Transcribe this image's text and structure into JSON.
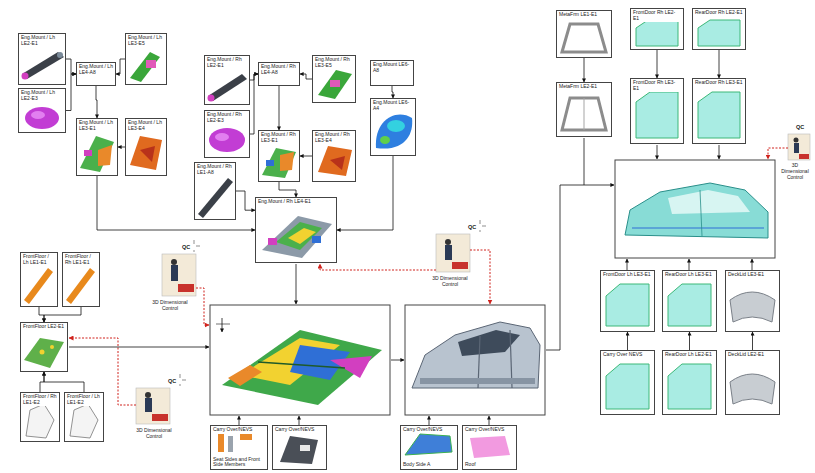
{
  "diagram": {
    "nodes": [
      {
        "text": [
          "Eng.Mount / Lh LE2-E1"
        ]
      },
      {
        "text": [
          "Eng.Mount / Lh LE2-E3"
        ]
      },
      {
        "text": [
          "Eng.Mount / Lh LE4-A8"
        ]
      },
      {
        "text": [
          "Eng.Mount / Lh LE3-E5"
        ]
      },
      {
        "text": [
          "Eng.Mount / Lh LE3-E1"
        ]
      },
      {
        "text": [
          "Eng.Mount / Lh LE3-E4"
        ]
      },
      {
        "text": [
          "Eng.Mount / Rh LE2-E1"
        ]
      },
      {
        "text": [
          "Eng.Mount / Rh LE2-E3"
        ]
      },
      {
        "text": [
          "Eng.Mount / Rh LE4-A8"
        ]
      },
      {
        "text": [
          "Eng.Mount / Rh LE3-E5"
        ]
      },
      {
        "text": [
          "Eng.Mount / Rh LE3-E1"
        ]
      },
      {
        "text": [
          "Eng.Mount / Rh LE3-E4"
        ]
      },
      {
        "text": [
          "Eng.Mount / Rh LE1-A8"
        ]
      },
      {
        "text": [
          "Eng.Mount LE6-A8"
        ]
      },
      {
        "text": [
          "Eng.Mount LE6-A4"
        ]
      },
      {
        "text": [
          "Eng.Mount / Rh LE4-E1"
        ]
      },
      {
        "text": [
          "FrontFloor / Lh LE1-E1"
        ]
      },
      {
        "text": [
          "FrontFloor / Rh LE1-E1"
        ]
      },
      {
        "text": [
          "FrontFloor LE2-E1"
        ]
      },
      {
        "text": [
          "FrontFloor / Rh LE1-E2"
        ]
      },
      {
        "text": [
          "FrontFloor / Lh LE1-E2"
        ]
      },
      {
        "text": [
          "Carry Over/NEVS",
          "Seat Sides and Front Side Members"
        ]
      },
      {
        "text": [
          "Carry Over/NEVS"
        ]
      },
      {
        "text": [
          "Carry Over/NEVS",
          "Body Side A"
        ]
      },
      {
        "text": [
          "Carry Over/NEVS",
          "Roof"
        ]
      },
      {
        "text": [
          "MetaFrm LE1-E1"
        ]
      },
      {
        "text": [
          "FrontDoor Rh LE2-E1"
        ]
      },
      {
        "text": [
          "RearDoor Rh LE2-E1"
        ]
      },
      {
        "text": [
          "MetaFrm LE2-E1"
        ]
      },
      {
        "text": [
          "FrontDoor Rh LE3-E1"
        ]
      },
      {
        "text": [
          "RearDoor Rh LE3-E1"
        ]
      },
      {
        "text": [
          "FrontDoor Lh LE3-E1"
        ]
      },
      {
        "text": [
          "RearDoor Lh LE3-E1"
        ]
      },
      {
        "text": [
          "DeckLid LE3-E1"
        ]
      },
      {
        "text": [
          "Carry Over NEVS"
        ]
      },
      {
        "text": [
          "RearDoor Lh LE2-E1"
        ]
      },
      {
        "text": [
          "DeckLid LE2-E1"
        ]
      }
    ],
    "edges": [
      {
        "from": 0,
        "to": 2,
        "arrow": "to"
      },
      {
        "from": 1,
        "to": 2,
        "arrow": "to"
      },
      {
        "from": 3,
        "to": 2,
        "arrow": "to"
      },
      {
        "from": 2,
        "to": 4,
        "arrow": "to"
      },
      {
        "from": 5,
        "to": 4,
        "arrow": "to"
      },
      {
        "from": 4,
        "to": 15,
        "arrow": "to"
      },
      {
        "from": 6,
        "to": 8,
        "arrow": "to"
      },
      {
        "from": 7,
        "to": 8,
        "arrow": "to"
      },
      {
        "from": 9,
        "to": 8,
        "arrow": "to"
      },
      {
        "from": 8,
        "to": 10,
        "arrow": "to"
      },
      {
        "from": 11,
        "to": 10,
        "arrow": "to"
      },
      {
        "from": 10,
        "to": 15,
        "arrow": "to"
      },
      {
        "from": 12,
        "to": 15,
        "arrow": "to"
      },
      {
        "from": 13,
        "to": 14,
        "arrow": "to"
      },
      {
        "from": 14,
        "to": 15,
        "arrow": "to"
      },
      {
        "from": 16,
        "to": 18,
        "arrow": "to"
      },
      {
        "from": 17,
        "to": 18,
        "arrow": "to"
      },
      {
        "from": 19,
        "to": 18,
        "arrow": "to"
      },
      {
        "from": 20,
        "to": 18,
        "arrow": "to"
      },
      {
        "from": 25,
        "to": 28,
        "arrow": "to"
      },
      {
        "from": 26,
        "to": 29,
        "arrow": "to"
      },
      {
        "from": 27,
        "to": 30,
        "arrow": "to"
      },
      {
        "from": 34,
        "to": 31,
        "arrow": "to"
      },
      {
        "from": 35,
        "to": 32,
        "arrow": "to"
      },
      {
        "from": 36,
        "to": 33,
        "arrow": "to"
      }
    ],
    "labels": [
      "QC",
      "3D Dimensional Control",
      "QC",
      "3D Dimensional Control",
      "QC",
      "3D Dimensional Control",
      "QC",
      "3D Dimensional Control"
    ]
  }
}
